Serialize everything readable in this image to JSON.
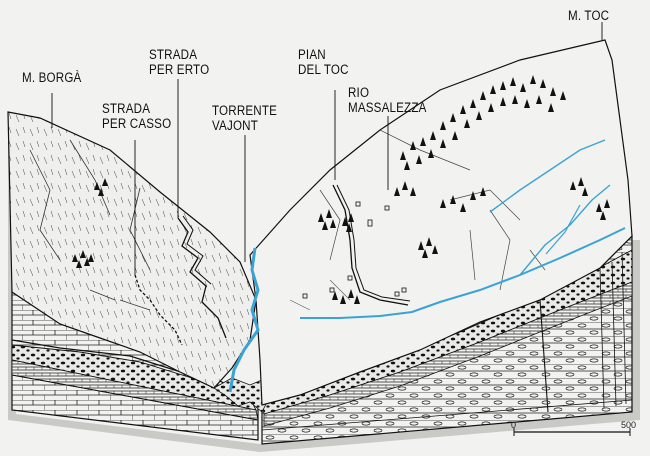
{
  "labels": {
    "m_borga": "M. BORGÀ",
    "strada_per_casso": [
      "STRADA",
      "PER CASSO"
    ],
    "strada_per_erto": [
      "STRADA",
      "PER ERTO"
    ],
    "torrente_vajont": [
      "TORRENTE",
      "VAJONT"
    ],
    "pian_del_toc": [
      "PIAN",
      "DEL TOC"
    ],
    "rio_massalezza": [
      "RIO",
      "MASSALEZZA"
    ],
    "m_toc": "M. TOC"
  },
  "scale_bar": {
    "start": "0",
    "end": "500"
  },
  "colors": {
    "water": "#3aa3d6",
    "ink": "#1a1a1a",
    "background": "#f2f2f0"
  }
}
